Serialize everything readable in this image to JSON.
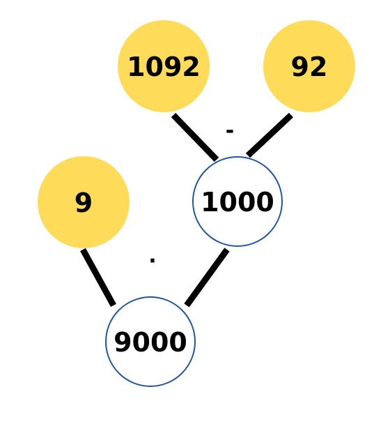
{
  "colors": {
    "operand_fill": "#fedc5a",
    "result_fill": "#ffffff",
    "result_stroke": "#1f55a5",
    "edge": "#000000",
    "text": "#000000"
  },
  "diagram": {
    "operand_a": "1092",
    "operand_b": "92",
    "operation_top": "-",
    "intermediate_result": "1000",
    "operand_c": "9",
    "operation_bottom": "·",
    "final_result": "9000"
  }
}
